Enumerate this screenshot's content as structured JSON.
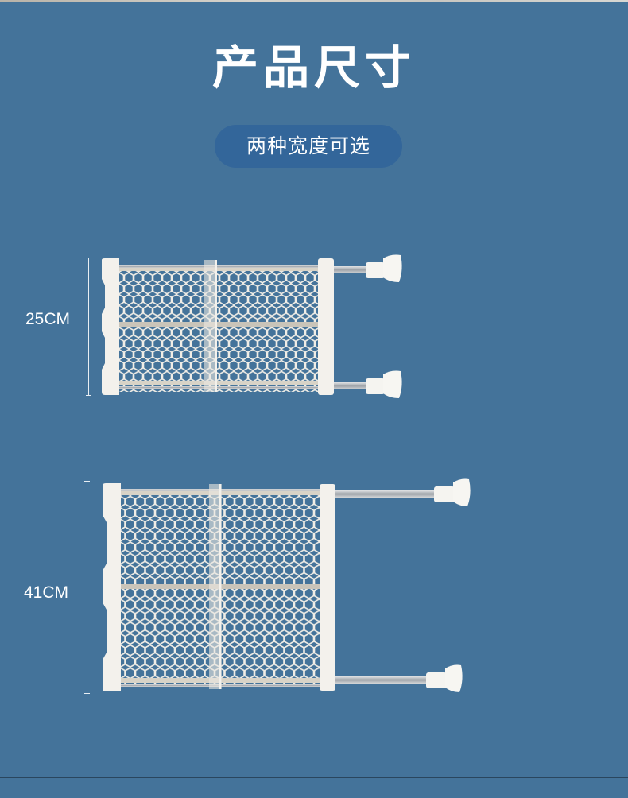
{
  "header": {
    "title": "产品尺寸",
    "subtitle_pill": "两种宽度可选"
  },
  "products": [
    {
      "name": "narrow-shelf",
      "depth_label": "25CM",
      "icon": "expandable-mesh-shelf"
    },
    {
      "name": "wide-shelf",
      "depth_label": "41CM",
      "icon": "expandable-mesh-shelf"
    }
  ],
  "colors": {
    "background": "#44739a",
    "pill": "#33669a",
    "text": "#ffffff",
    "shelf_frame": "#f3f1ec",
    "rod": "#b9bcbf"
  }
}
